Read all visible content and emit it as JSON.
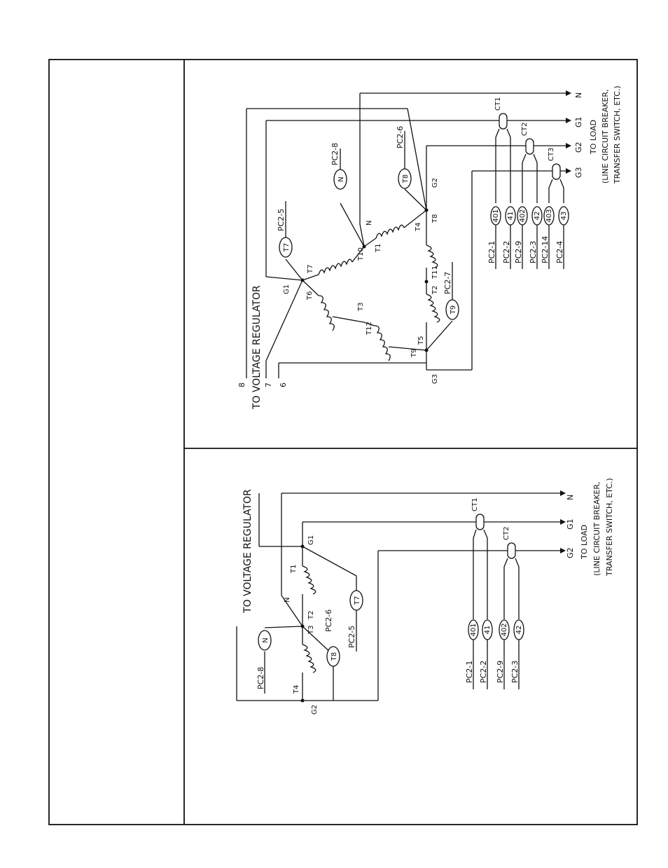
{
  "upper_diagram": {
    "voltage_regulator": "TO VOLTAGE REGULATOR",
    "regulator_leads": [
      "8",
      "7",
      "6"
    ],
    "outputs": [
      "N",
      "G1",
      "G2",
      "G3"
    ],
    "to_load": [
      "TO LOAD",
      "(LINE CIRCUIT BREAKER,",
      "TRANSFER SWITCH, ETC.)"
    ],
    "current_transformers": [
      "CT1",
      "CT2",
      "CT3"
    ],
    "windings": [
      "T1",
      "T2",
      "T3",
      "T4",
      "T5",
      "T6",
      "T7",
      "T8",
      "T9",
      "T10",
      "T11",
      "T12"
    ],
    "junctions": [
      "G1",
      "G2",
      "G3",
      "N"
    ],
    "sense_leads": [
      {
        "oval": "N",
        "label": "PC2-8"
      },
      {
        "oval": "T7",
        "label": "PC2-5"
      },
      {
        "oval": "T8",
        "label": "PC2-6"
      },
      {
        "oval": "T9",
        "label": "PC2-7"
      }
    ],
    "ct_leads": [
      {
        "oval": "401",
        "label": "PC2-1"
      },
      {
        "oval": "41",
        "label": "PC2-2"
      },
      {
        "oval": "402",
        "label": "PC2-9"
      },
      {
        "oval": "42",
        "label": "PC2-3"
      },
      {
        "oval": "403",
        "label": "PC2-14"
      },
      {
        "oval": "43",
        "label": "PC2-4"
      }
    ]
  },
  "lower_diagram": {
    "voltage_regulator": "TO VOLTAGE REGULATOR",
    "outputs": [
      "N",
      "G1",
      "G2"
    ],
    "to_load": [
      "TO LOAD",
      "(LINE CIRCUIT BREAKER,",
      "TRANSFER SWITCH, ETC.)"
    ],
    "current_transformers": [
      "CT1",
      "CT2"
    ],
    "windings": [
      "T1",
      "T2",
      "T3",
      "T4"
    ],
    "junctions": [
      "G1",
      "G2",
      "N"
    ],
    "sense_leads": [
      {
        "oval": "N",
        "label": "PC2-8"
      },
      {
        "oval": "T8",
        "label": "PC2-6"
      },
      {
        "oval": "T7",
        "label": "PC2-5"
      }
    ],
    "ct_leads": [
      {
        "oval": "401",
        "label": "PC2-1"
      },
      {
        "oval": "41",
        "label": "PC2-2"
      },
      {
        "oval": "402",
        "label": "PC2-9"
      },
      {
        "oval": "42",
        "label": "PC2-3"
      }
    ]
  }
}
